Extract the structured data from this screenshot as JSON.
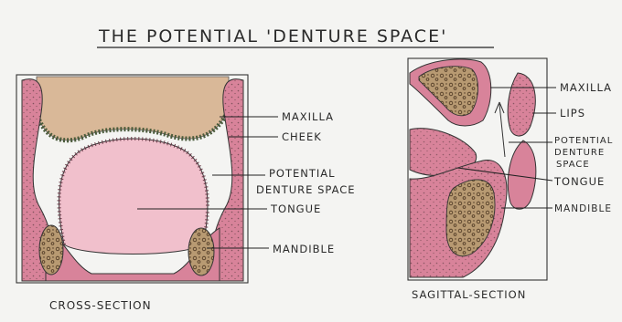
{
  "title": "THE POTENTIAL 'DENTURE SPACE'",
  "cross_section": {
    "caption": "CROSS-SECTION",
    "labels": {
      "maxilla": "MAXILLA",
      "cheek": "CHEEK",
      "potential_line1": "POTENTIAL",
      "potential_line2": "DENTURE SPACE",
      "tongue": "TONGUE",
      "mandible": "MANDIBLE"
    }
  },
  "sagittal_section": {
    "caption": "SAGITTAL-SECTION",
    "labels": {
      "maxilla": "MAXILLA",
      "lips": "LIPS",
      "potential_line1": "POTENTIAL",
      "potential_line2": "DENTURE",
      "potential_line3": "SPACE",
      "tongue": "TONGUE",
      "mandible": "MANDIBLE"
    }
  },
  "colors": {
    "paper": "#f4f4f2",
    "bone": "#b89a72",
    "maxilla_tan": "#d9b898",
    "soft_tissue_pink": "#d8839a",
    "tongue_pink": "#f1c0cc",
    "outline": "#333333"
  }
}
